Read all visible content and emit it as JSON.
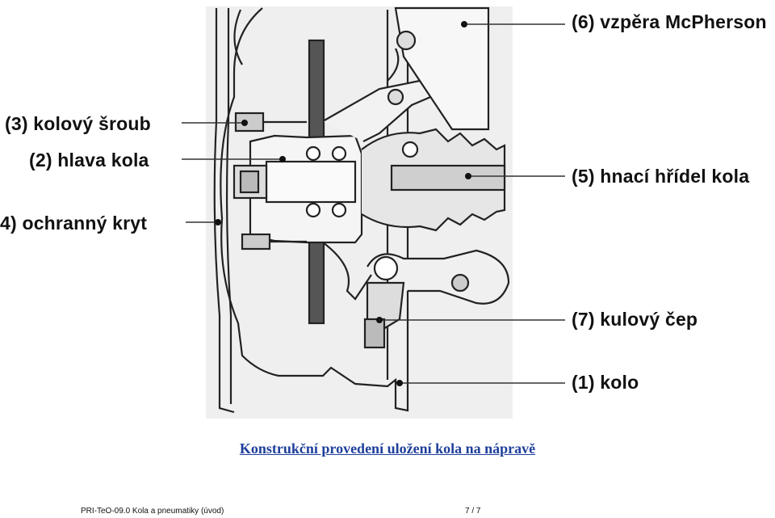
{
  "labels": {
    "strut": "(6) vzpěra McPherson",
    "bolt": "(3) kolový šroub",
    "hub": "(2) hlava kola",
    "cover": "4) ochranný kryt",
    "shaft": "(5) hnací hřídel kola",
    "balljoint": "(7) kulový čep",
    "wheel": "(1) kolo"
  },
  "caption": "Konstrukční provedení uložení kola na nápravě",
  "footer": {
    "left": "PRI-TeO-09.0 Kola a pneumatiky (úvod)",
    "page": "7  /  7"
  }
}
